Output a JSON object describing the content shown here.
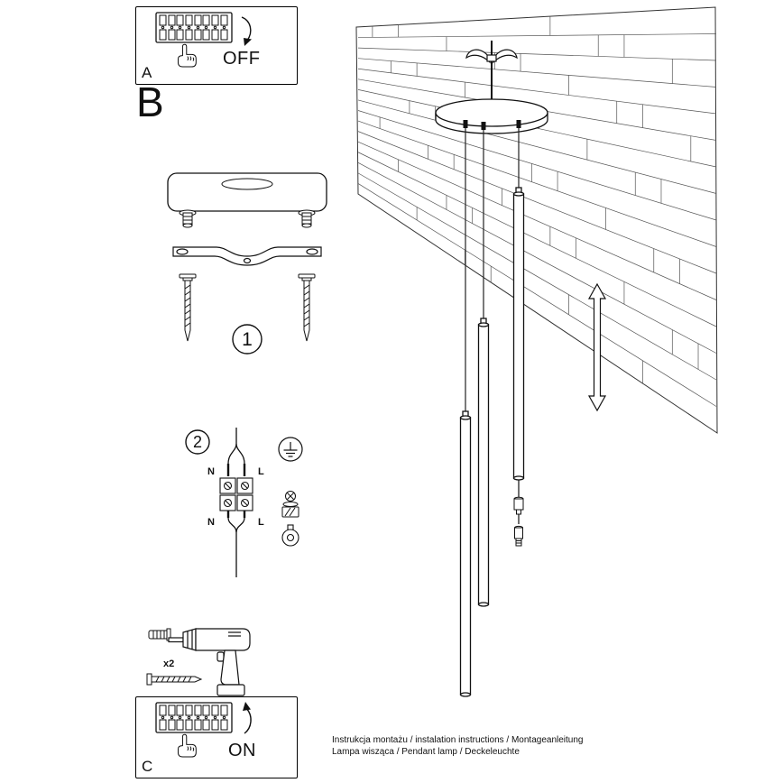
{
  "panel_a": {
    "label": "A",
    "state": "OFF"
  },
  "section_b": {
    "label": "B"
  },
  "step_one": {
    "number": "1"
  },
  "step_two": {
    "number": "2",
    "terminals": {
      "n_top": "N",
      "l_top": "L",
      "n_bottom": "N",
      "l_bottom": "L"
    }
  },
  "tools": {
    "dowel_count": "x2"
  },
  "panel_c": {
    "label": "C",
    "state": "ON"
  },
  "footer": {
    "line1": "Instrukcja montażu / instalation instructions / Montageanleitung",
    "line2": "Lampa wisząca / Pendant lamp / Deckeleuchte"
  }
}
